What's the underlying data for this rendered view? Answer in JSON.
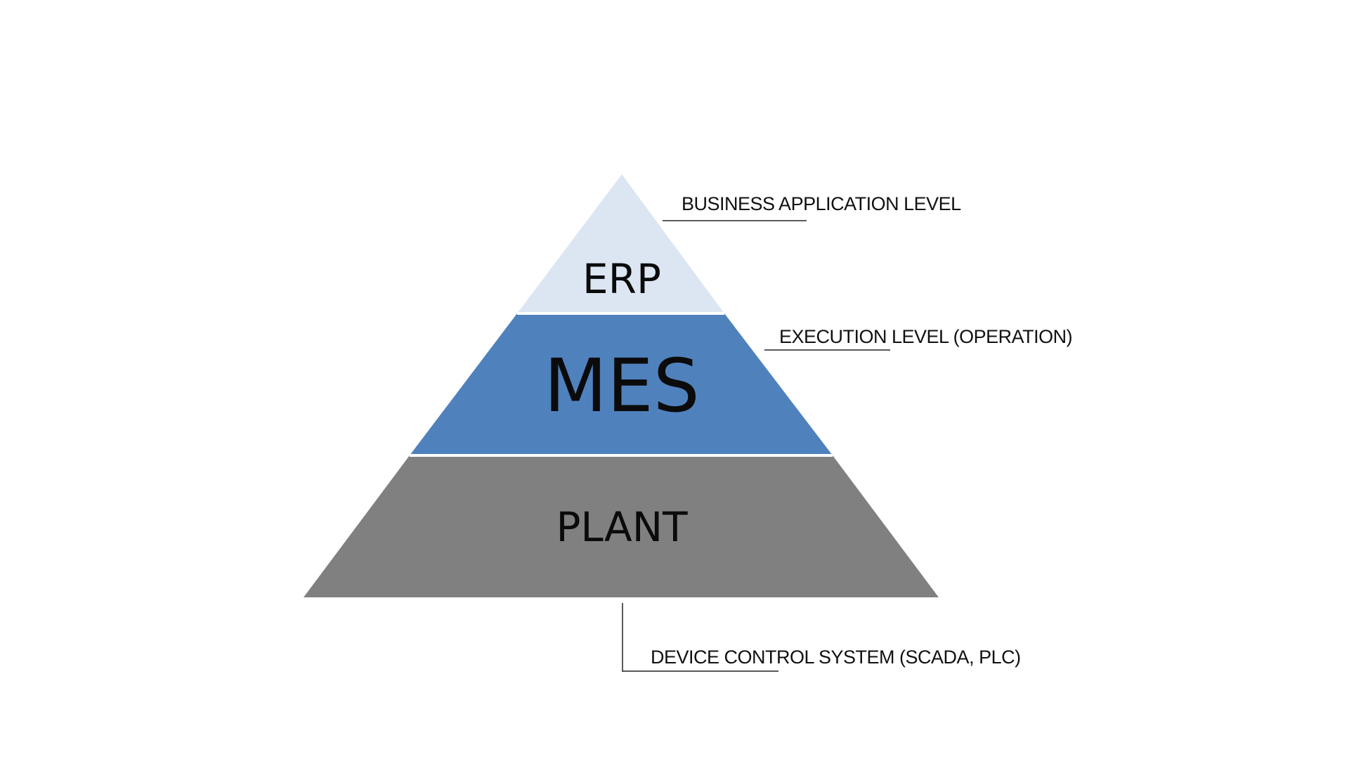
{
  "pyramid": {
    "tiers": [
      {
        "id": "erp",
        "label": "ERP",
        "color": "#dce6f2"
      },
      {
        "id": "mes",
        "label": "MES",
        "color": "#4f81bd"
      },
      {
        "id": "plant",
        "label": "PLANT",
        "color": "#808080"
      }
    ]
  },
  "level_labels": {
    "business": "BUSINESS APPLICATION LEVEL",
    "execution": "EXECUTION LEVEL (OPERATION)",
    "device": "DEVICE CONTROL SYSTEM (SCADA, PLC)"
  },
  "colors": {
    "background": "#ffffff",
    "text": "#0b0b0b",
    "leader_line": "#222222"
  }
}
